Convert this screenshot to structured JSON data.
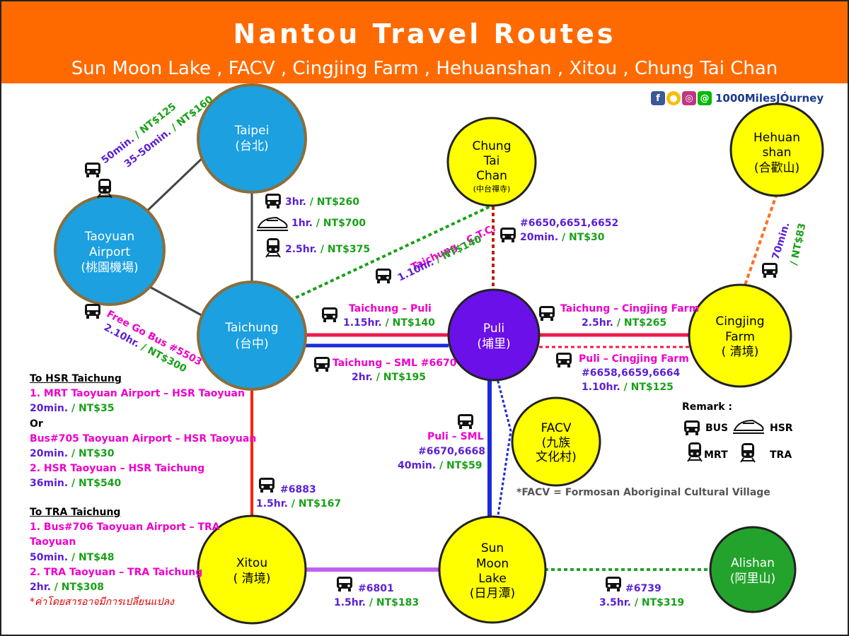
{
  "header": {
    "title": "Nantou Travel Routes",
    "subtitle": "Sun Moon Lake , FACV , Cingjing Farm , Hehuanshan , Xitou , Chung Tai Chan"
  },
  "brand": {
    "text": "1000MilesJÓurney",
    "icons": [
      "facebook-icon",
      "chrome-icon",
      "instagram-icon",
      "line-icon"
    ]
  },
  "colors": {
    "header": "#ff6a00",
    "node_blue": "#1ca0e0",
    "node_yellow": "#ffff00",
    "node_purple": "#6b10e8",
    "node_green": "#23a32c",
    "node_border": "#8c6d3a"
  },
  "nodes": {
    "taipei": {
      "name": "Taipei",
      "local": "(台北)"
    },
    "taoyuan": {
      "name1": "Taoyuan",
      "name2": "Airport",
      "local": "(桃園機場)"
    },
    "taichung": {
      "name": "Taichung",
      "local": "(台中)"
    },
    "chungtai": {
      "name1": "Chung",
      "name2": "Tai",
      "name3": "Chan",
      "local": "(中台禪寺)"
    },
    "hehuan": {
      "name1": "Hehuan",
      "name2": "shan",
      "local": "(合歡山)"
    },
    "puli": {
      "name": "Puli",
      "local": "(埔里)"
    },
    "cingjing": {
      "name1": "Cingjing",
      "name2": "Farm",
      "local": "( 清境)"
    },
    "facv": {
      "name": "FACV",
      "local1": "(九族",
      "local2": "文化村)"
    },
    "xitou": {
      "name": "Xitou",
      "local": "( 清境)"
    },
    "sml": {
      "name1": "Sun",
      "name2": "Moon",
      "name3": "Lake",
      "local": "(日月潭)"
    },
    "alishan": {
      "name": "Alishan",
      "local": "(阿里山)"
    }
  },
  "routes": {
    "taipei_taoyuan": {
      "time1": "50min.",
      "price1": " / NT$125",
      "time2": "35-50min.",
      "price2": " / NT$160"
    },
    "taipei_taichung": {
      "bus_time": "3hr.",
      "bus_price": " / NT$260",
      "hsr_time": "1hr.",
      "hsr_price": " / NT$700",
      "tra_time": "2.5hr.",
      "tra_price": " / NT$375"
    },
    "taoyuan_taichung": {
      "name": "Free Go Bus #5503",
      "time": "2.10hr.",
      "price": " / NT$300"
    },
    "taichung_ctc": {
      "name": "Taichung – C.T.C.",
      "time": "1.10hr.",
      "price": " / NT$140"
    },
    "puli_ctc": {
      "name": "#6650,6651,6652",
      "time": "20min.",
      "price": " / NT$30"
    },
    "cingjing_hehuan": {
      "time": "70min.",
      "price": "/ NT$83"
    },
    "taichung_puli": {
      "name": "Taichung – Puli",
      "time": "1.15hr.",
      "price": " / NT$140"
    },
    "taichung_sml": {
      "name": "Taichung – SML #6670",
      "time": "2hr.",
      "price": " / NT$195"
    },
    "taichung_cingjing": {
      "name": "Taichung – Cingjing Farm",
      "time": "2.5hr.",
      "price": " / NT$265"
    },
    "puli_cingjing": {
      "name": "Puli – Cingjing Farm",
      "numbers": "#6658,6659,6664",
      "time": "1.10hr.",
      "price": " / NT$125"
    },
    "puli_sml": {
      "name": "Puli – SML",
      "numbers": "#6670,6668",
      "time": "40min.",
      "price": " / NT$59"
    },
    "taichung_xitou": {
      "name": "#6883",
      "time": "1.5hr.",
      "price": " / NT$167"
    },
    "xitou_sml": {
      "name": "#6801",
      "time": "1.5hr.",
      "price": " / NT$183"
    },
    "sml_alishan": {
      "name": "#6739",
      "time": "3.5hr.",
      "price": " / NT$319"
    }
  },
  "hsr_panel": {
    "heading": "To HSR Taichung",
    "line1": "1. MRT Taoyuan Airport – HSR Taoyuan",
    "line1_time": "20min.",
    "line1_price": " / NT$35",
    "or": "Or",
    "line2": "Bus#705 Taoyuan Airport – HSR Taoyuan",
    "line2_time": "20min.",
    "line2_price": " / NT$30",
    "line3": "2. HSR Taoyuan – HSR Taichung",
    "line3_time": "36min.",
    "line3_price": " / NT$540"
  },
  "tra_panel": {
    "heading": "To TRA Taichung",
    "line1a": "1. Bus#706 Taoyuan Airport – TRA",
    "line1b": "Taoyuan",
    "line1_time": "50min.",
    "line1_price": " / NT$48",
    "line2": "2.  TRA Taoyuan – TRA Taichung",
    "line2_time": "2hr.",
    "line2_price": " / NT$308",
    "note": "*ค่าโดยสารอาจมีการเปลี่ยนแปลง"
  },
  "remark": {
    "title": "Remark :",
    "bus": "BUS",
    "hsr": "HSR",
    "mrt": "MRT",
    "tra": "TRA"
  },
  "facv_note": "*FACV = Formosan Aboriginal Cultural Village"
}
